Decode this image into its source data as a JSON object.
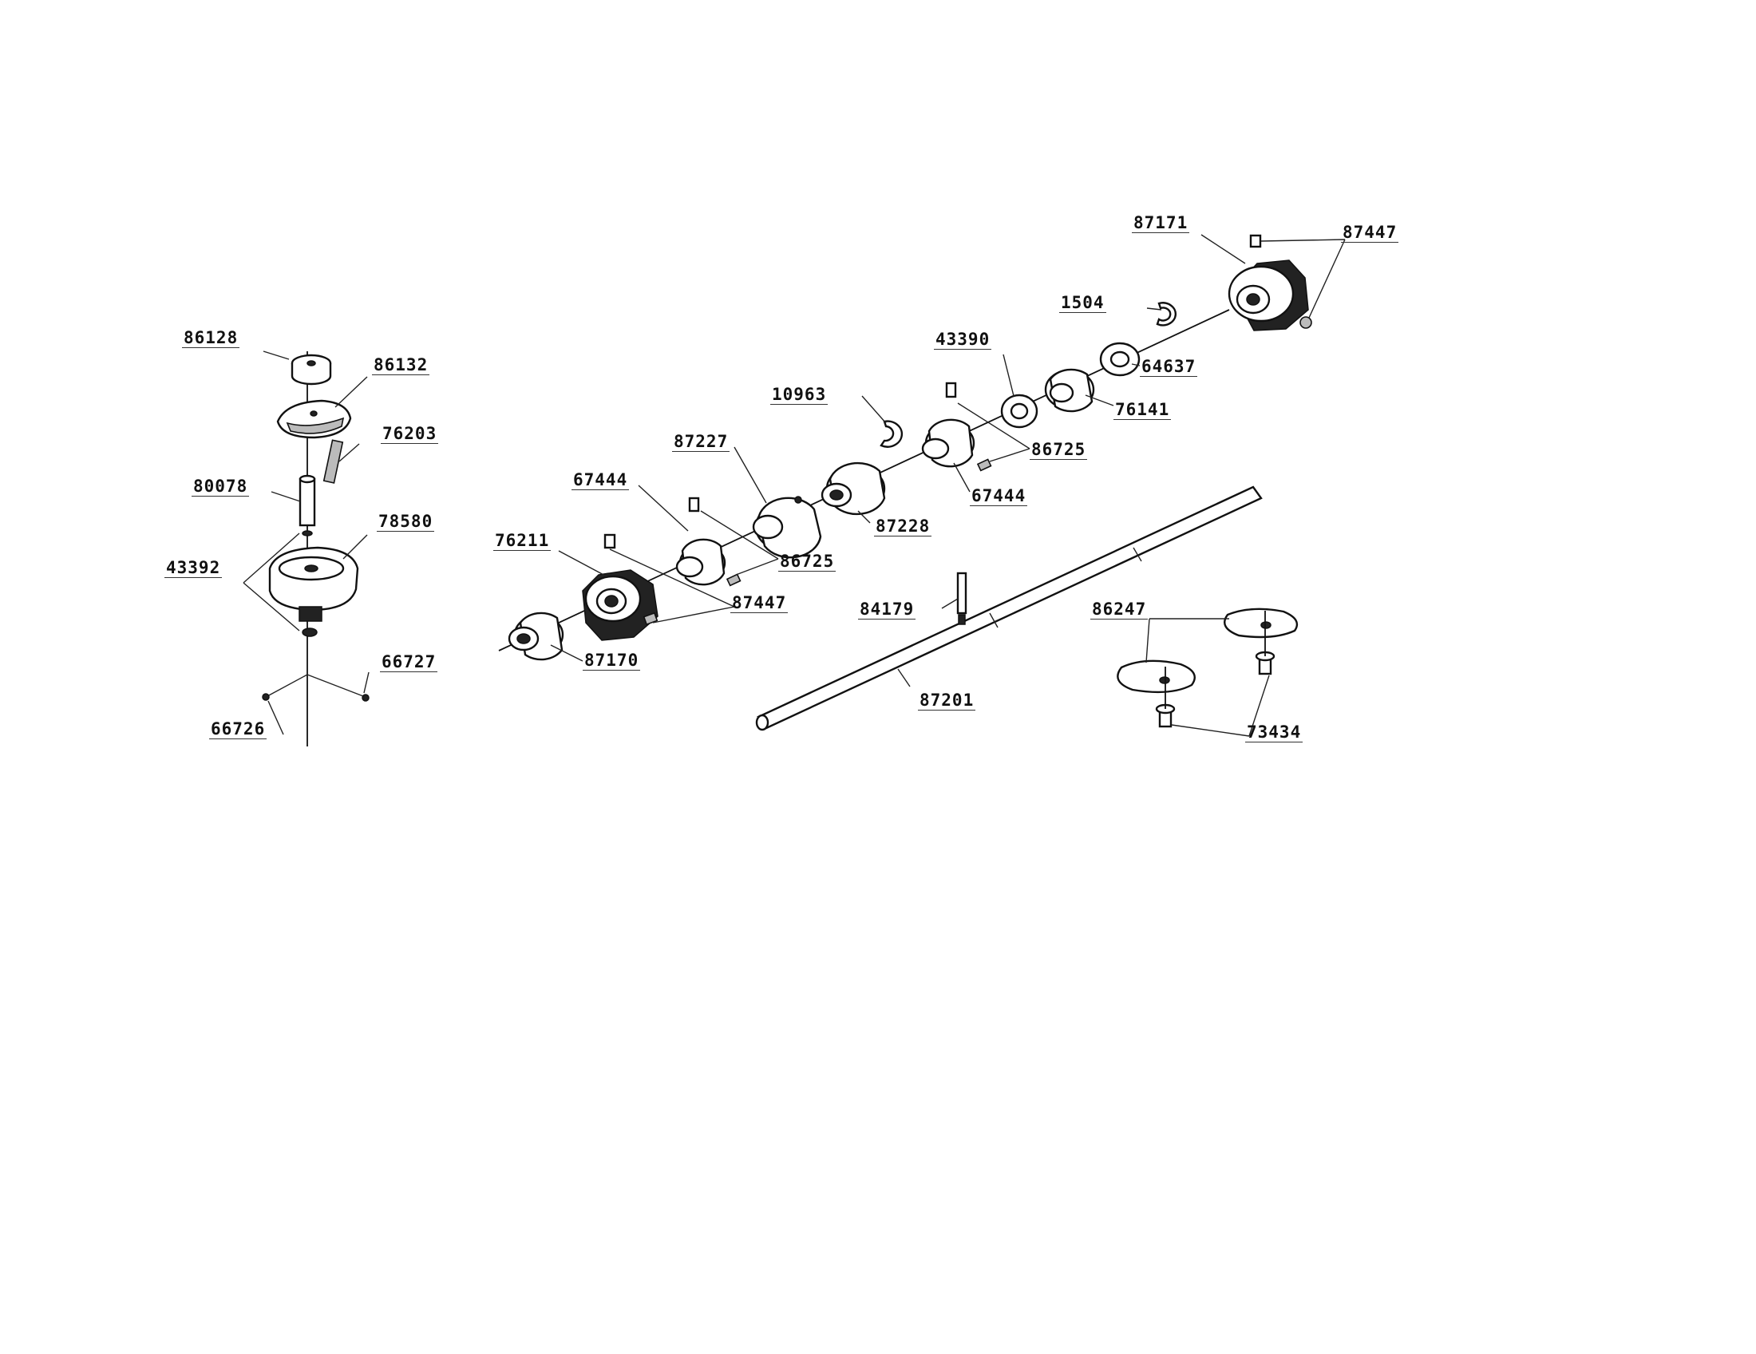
{
  "labels": {
    "p86128": "86128",
    "p86132": "86132",
    "p76203": "76203",
    "p80078": "80078",
    "p78580": "78580",
    "p43392": "43392",
    "p66727": "66727",
    "p66726": "66726",
    "p76211": "76211",
    "p67444a": "67444",
    "p87227": "87227",
    "p10963": "10963",
    "p43390": "43390",
    "p1504": "1504",
    "p87171": "87171",
    "p87447a": "87447",
    "p64637": "64637",
    "p76141": "76141",
    "p86725a": "86725",
    "p67444b": "67444",
    "p87228": "87228",
    "p86725b": "86725",
    "p87447b": "87447",
    "p87170": "87170",
    "p84179": "84179",
    "p86247": "86247",
    "p87201": "87201",
    "p73434": "73434"
  }
}
